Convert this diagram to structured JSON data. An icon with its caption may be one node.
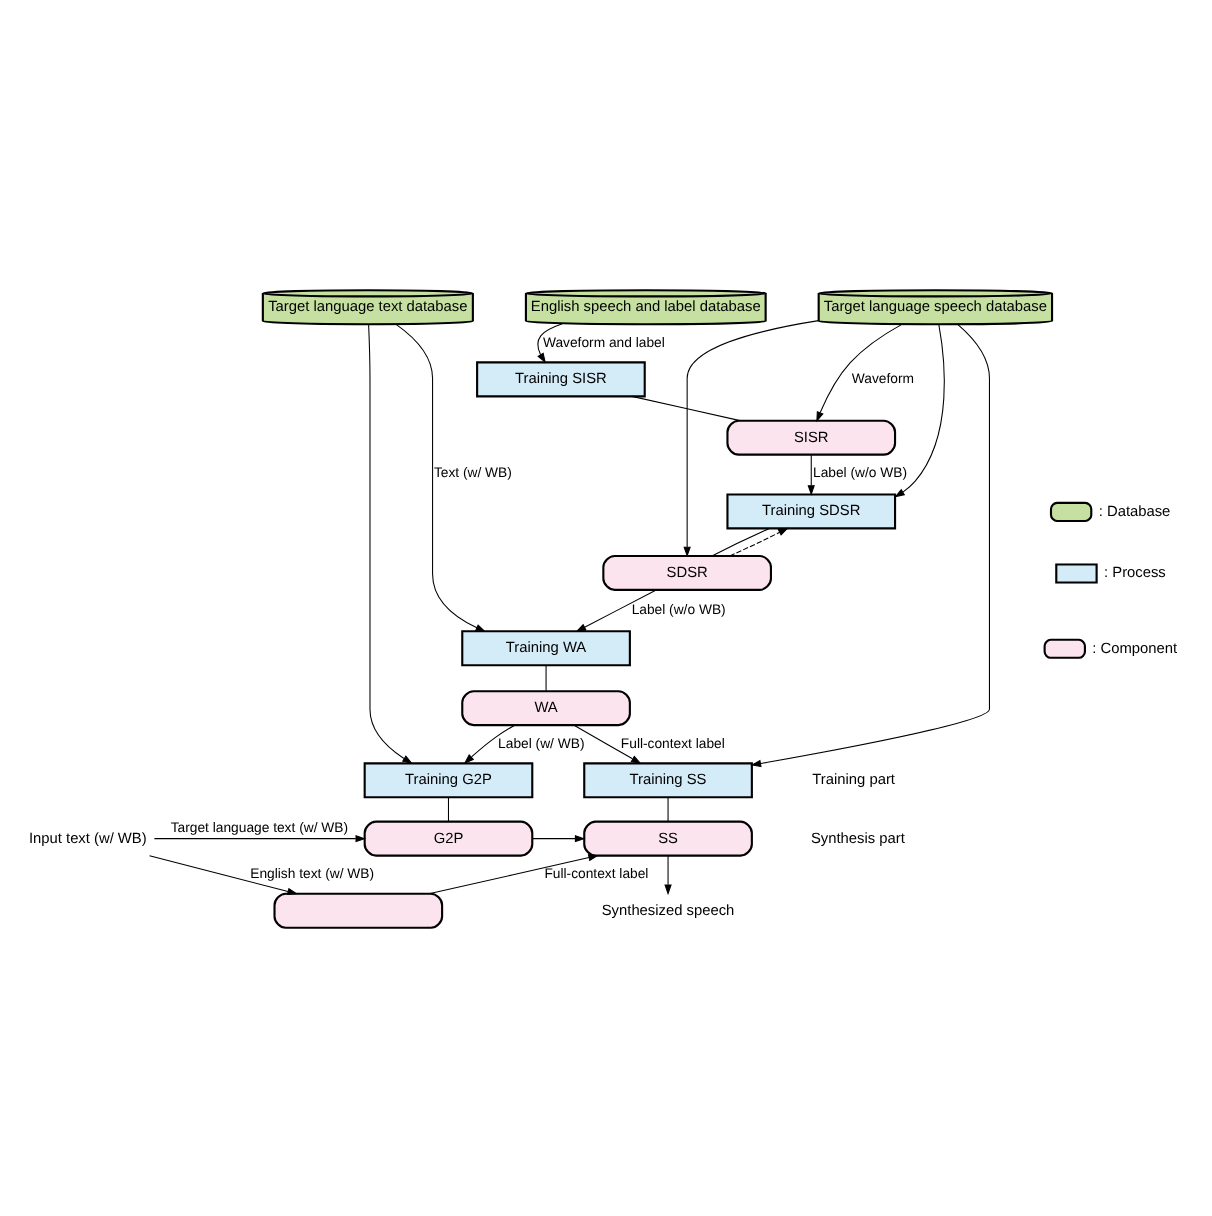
{
  "diagram": {
    "nodes": [
      {
        "text": [
          "Target language text database"
        ]
      },
      {
        "text": [
          "English speech and label database"
        ]
      },
      {
        "text": [
          "Target language speech database"
        ]
      },
      {
        "text": [
          "Training SISR"
        ]
      },
      {
        "text": [
          "SISR"
        ]
      },
      {
        "text": [
          "Training SDSR"
        ]
      },
      {
        "text": [
          "SDSR"
        ]
      },
      {
        "text": [
          "Training WA"
        ]
      },
      {
        "text": [
          "WA"
        ]
      },
      {
        "text": [
          "Training G2P"
        ]
      },
      {
        "text": [
          "Training SS"
        ]
      },
      {
        "text": [
          "Input text (w/ WB)"
        ]
      },
      {
        "text": [
          "G2P"
        ]
      },
      {
        "text": [
          "SS"
        ]
      },
      {
        "text": [],
        "shape": "box"
      },
      {
        "text": [
          "Synthesized speech"
        ]
      }
    ],
    "edges": [
      {
        "from": 1,
        "to": 3,
        "arrow": "to",
        "label": "Waveform and label"
      },
      {
        "from": 3,
        "to": 4,
        "arrow": "none"
      },
      {
        "from": 2,
        "to": 4,
        "arrow": "to",
        "label": "Waveform"
      },
      {
        "from": 4,
        "to": 5,
        "arrow": "to",
        "label": "Label (w/o WB)"
      },
      {
        "from": 2,
        "to": 5,
        "arrow": "to"
      },
      {
        "from": 5,
        "to": 6,
        "arrow": "none"
      },
      {
        "from": 2,
        "to": 6,
        "arrow": "to"
      },
      {
        "from": 6,
        "to": 7,
        "arrow": "to",
        "label": "Label (w/o WB)"
      },
      {
        "from": 6,
        "to": 5,
        "arrow": "to",
        "style": "dashed"
      },
      {
        "from": 0,
        "to": 7,
        "arrow": "to",
        "label": "Text (w/ WB)"
      },
      {
        "from": 7,
        "to": 8,
        "arrow": "none"
      },
      {
        "from": 8,
        "to": 9,
        "arrow": "to",
        "label": "Label (w/ WB)"
      },
      {
        "from": 8,
        "to": 10,
        "arrow": "to",
        "label": "Full-context label"
      },
      {
        "from": 0,
        "to": 9,
        "arrow": "to"
      },
      {
        "from": 2,
        "to": 10,
        "arrow": "to"
      },
      {
        "from": 9,
        "to": 12,
        "arrow": "none"
      },
      {
        "from": 10,
        "to": 13,
        "arrow": "none"
      },
      {
        "from": 11,
        "to": 12,
        "arrow": "to",
        "label": "Target language text (w/ WB)"
      },
      {
        "from": 11,
        "to": 14,
        "arrow": "to",
        "label": "English text (w/ WB)"
      },
      {
        "from": 12,
        "to": 13,
        "arrow": "to"
      },
      {
        "from": 14,
        "to": 13,
        "arrow": "to",
        "label": "Full-context label"
      },
      {
        "from": 13,
        "to": 15,
        "arrow": "to"
      }
    ],
    "labels": [
      "Training part",
      "Synthesis part"
    ],
    "legend": [
      {
        "text": ": Database",
        "color": "#c5e0a0"
      },
      {
        "text": ": Process",
        "color": "#d4ebf8"
      },
      {
        "text": ": Component",
        "color": "#fce4ef"
      }
    ]
  }
}
